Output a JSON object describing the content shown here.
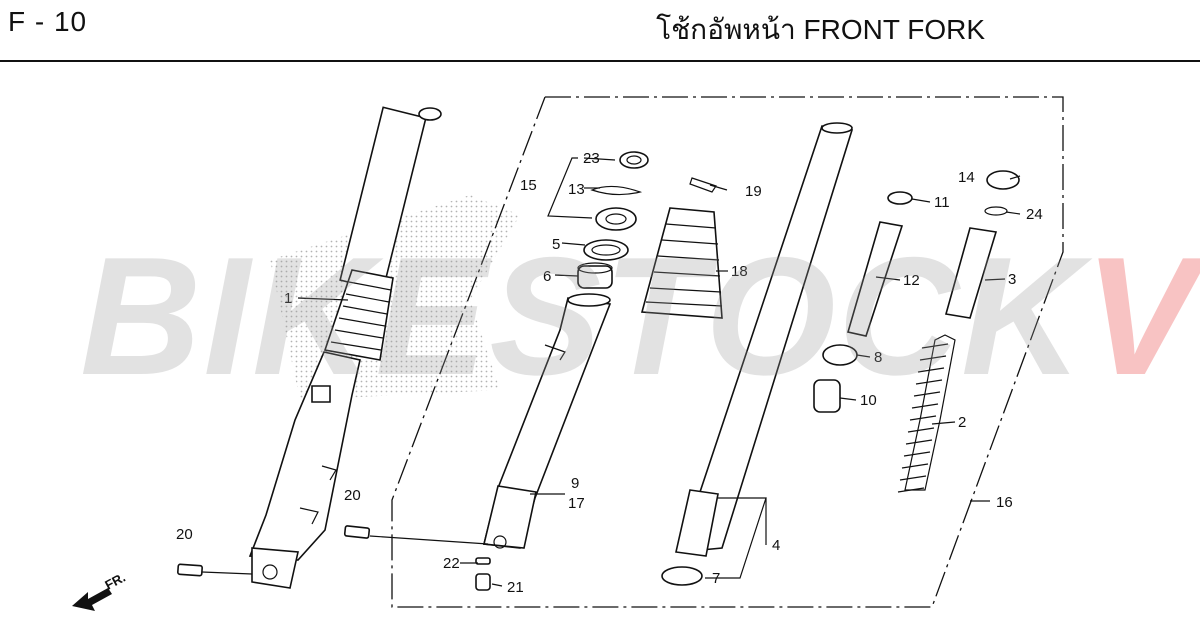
{
  "header": {
    "code": "F - 10",
    "title": "โช้กอัพหน้า  FRONT FORK"
  },
  "watermark": {
    "text_main": "BIKESTOCK",
    "text_accent": "VN"
  },
  "direction_marker": {
    "label": "FR.",
    "icon": "arrow-icon"
  },
  "callouts": [
    "1",
    "2",
    "3",
    "4",
    "5",
    "6",
    "7",
    "8",
    "9",
    "10",
    "11",
    "12",
    "13",
    "14",
    "15",
    "16",
    "17",
    "18",
    "19",
    "20",
    "20",
    "21",
    "22",
    "23",
    "24"
  ],
  "colors": {
    "line": "#111111",
    "watermark_gray": "#969696",
    "watermark_red": "#e62828"
  }
}
